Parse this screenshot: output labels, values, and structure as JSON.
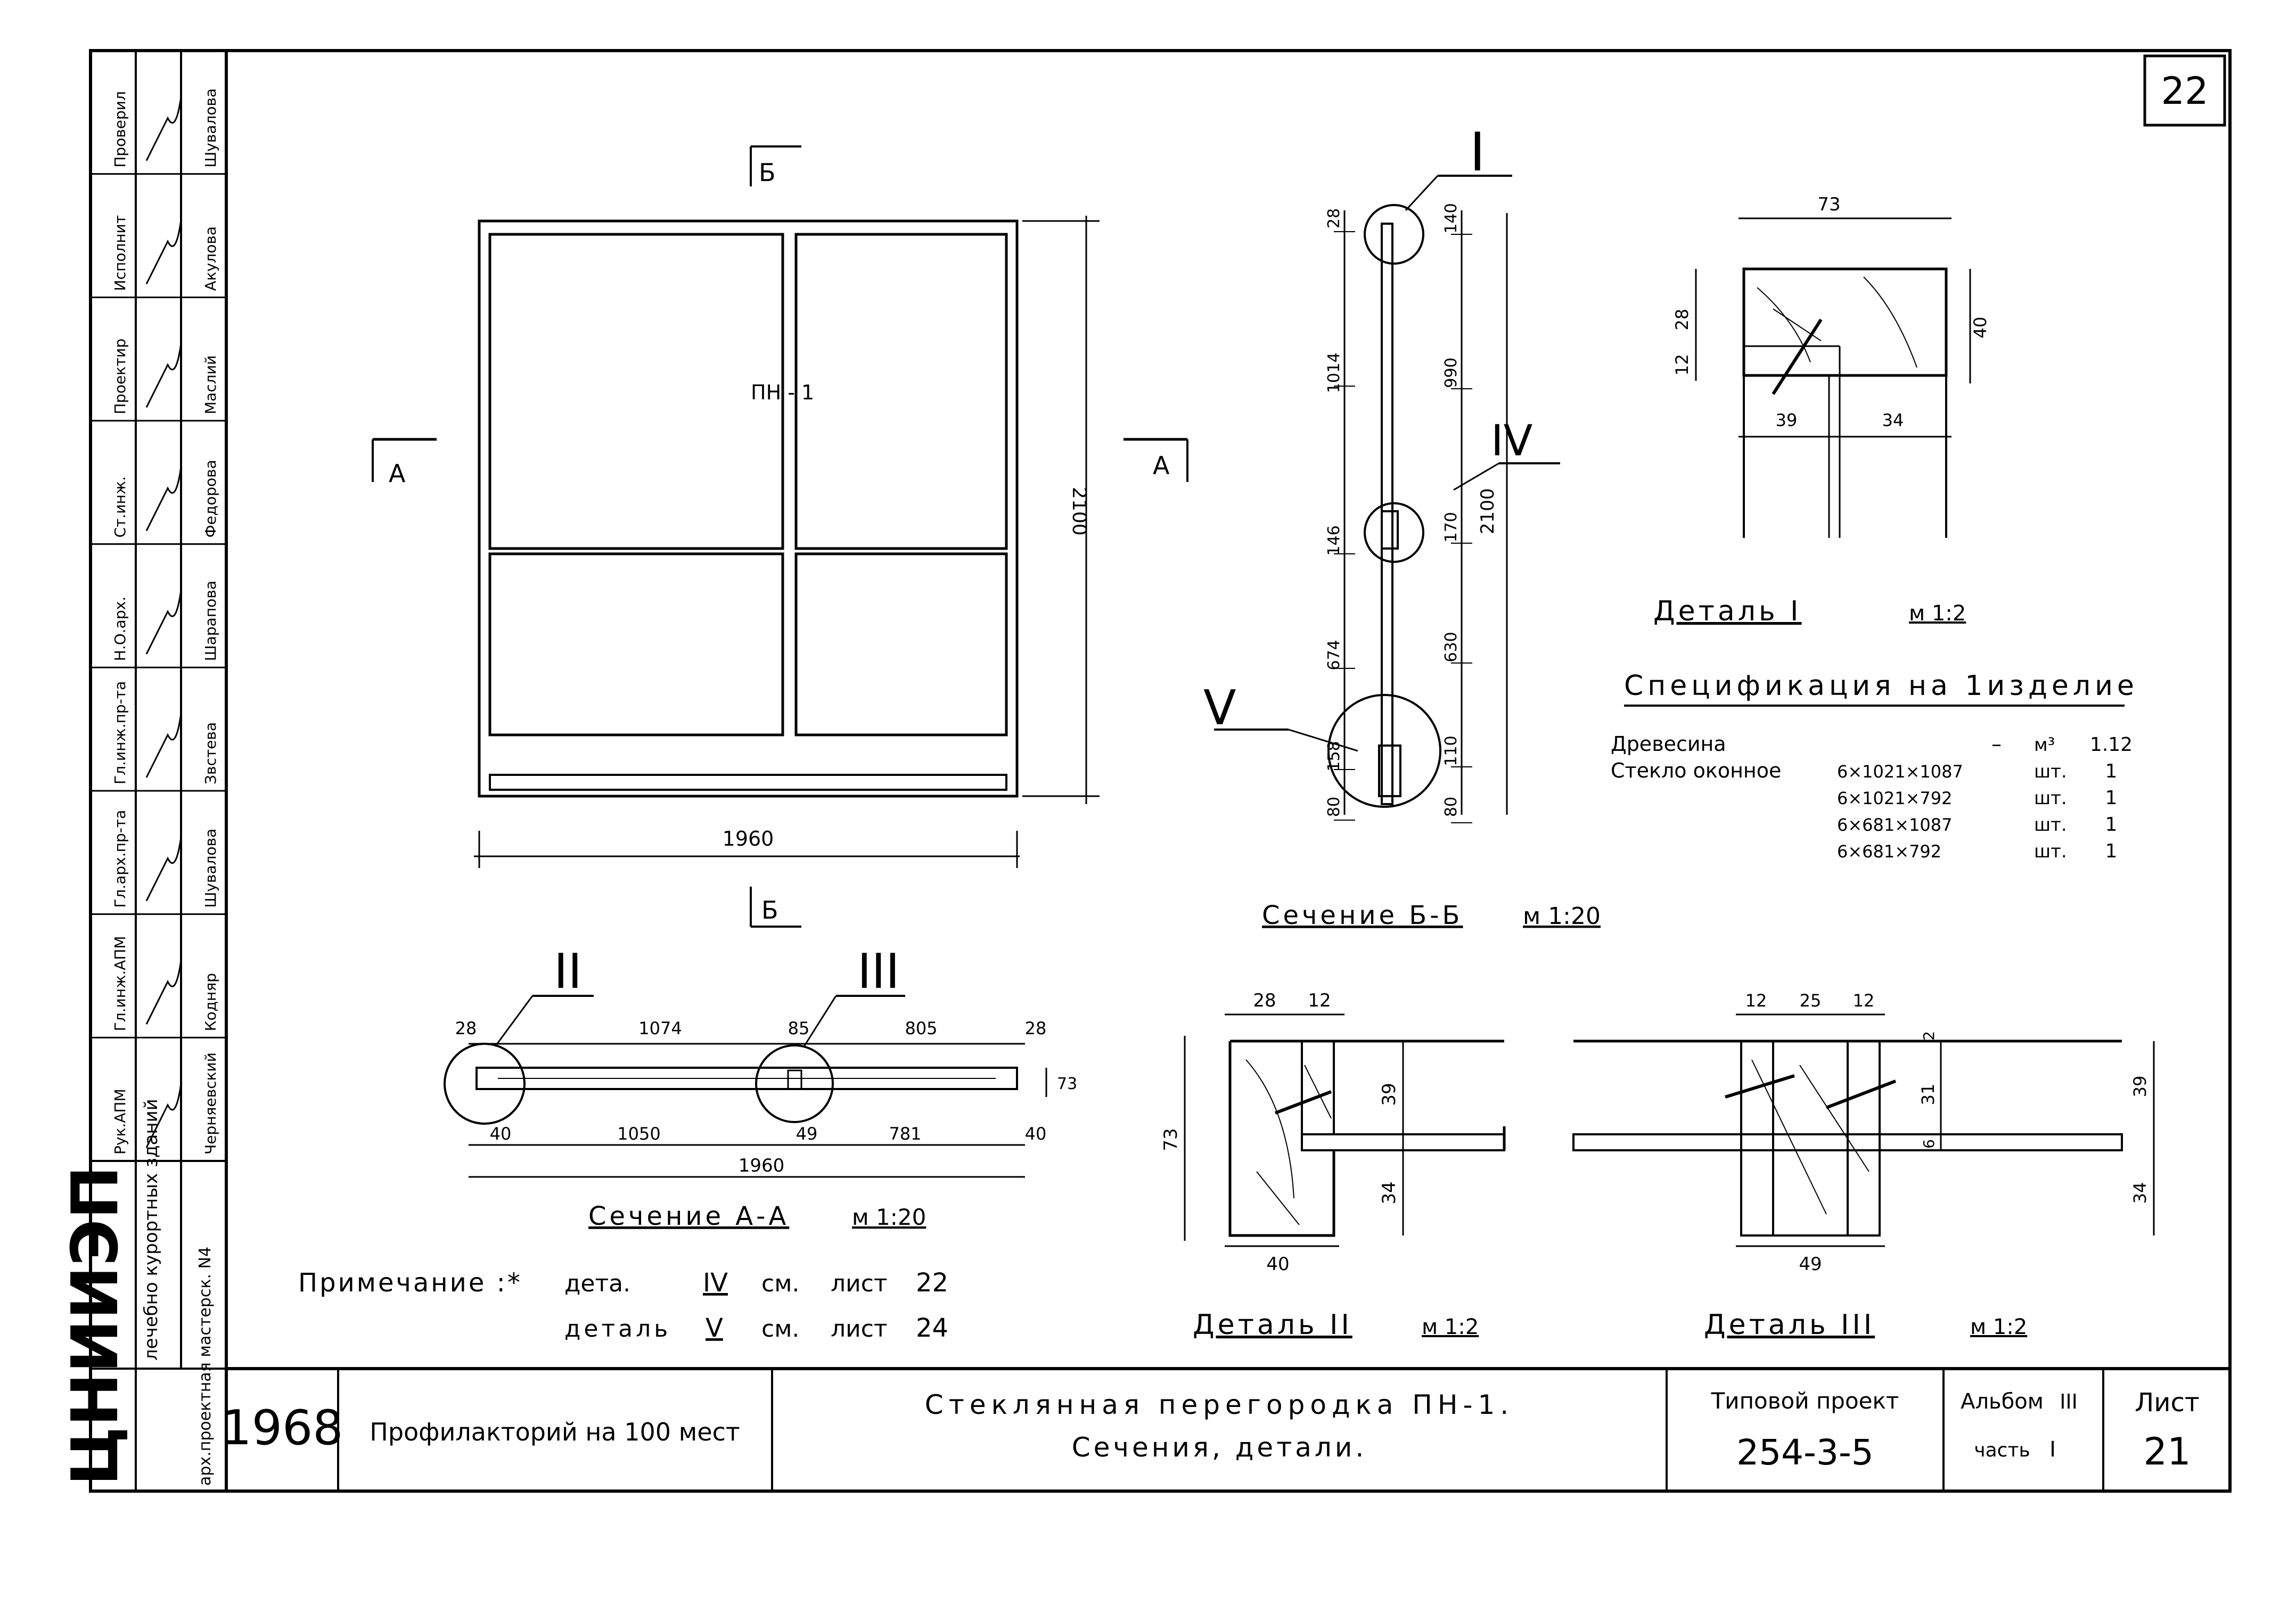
{
  "sheet": {
    "top_number": "22",
    "year": "1968",
    "project_name": "Профилакторий на 100 мест",
    "title_line1": "Стеклянная перегородка ПН-1.",
    "title_line2": "Сечения, детали.",
    "typical_project_label": "Типовой проект",
    "typical_project_number": "254-3-5",
    "album_label": "Альбом",
    "album_number": "III",
    "part_label": "часть",
    "part_number": "I",
    "sheet_label": "Лист",
    "sheet_number": "21"
  },
  "side_stamp": {
    "organization_logo": "ЦНИИЭП",
    "organization_text": "лечебно курортных зданий",
    "workshop": "арх.проектная мастерск. N4",
    "roles": [
      "Проверил",
      "Исполнит",
      "Проектир",
      "Ст.инж.",
      "Н.О.арх.",
      "Гл.инж.пр-та",
      "Гл.арх.пр-та",
      "Гл.инж.АПМ",
      "Рук.АПМ"
    ],
    "names": [
      "Шувалова",
      "Акулова",
      "Маслий",
      "Федорова",
      "Шарапова",
      "Звстева",
      "Шувалова",
      "Кодняр",
      "Черняевский"
    ]
  },
  "elevation": {
    "panel_mark": "ПН - 1",
    "width_dim": "1960",
    "height_dim": "2100",
    "section_a_left": "А",
    "section_a_right": "А",
    "section_b_top": "Б",
    "section_b_bottom": "Б"
  },
  "section_bb": {
    "title": "Сечение Б-Б",
    "scale": "м 1:20",
    "callout_I": "I",
    "callout_IV": "IV",
    "callout_V": "V",
    "dims_left": [
      "28",
      "1014",
      "146",
      "674",
      "158",
      "80"
    ],
    "dims_right": [
      "140",
      "990",
      "170",
      "630",
      "110",
      "80"
    ],
    "total": "2100"
  },
  "section_aa": {
    "title": "Сечение А-А",
    "scale": "м 1:20",
    "callout_II": "II",
    "callout_III": "III",
    "top_dims": [
      "28",
      "1074",
      "85",
      "805",
      "28"
    ],
    "bottom_dims": [
      "40",
      "1050",
      "49",
      "781",
      "40"
    ],
    "total": "1960",
    "thickness": "73"
  },
  "detail_I": {
    "title": "Деталь I",
    "scale": "м 1:2",
    "dims": [
      "73",
      "28",
      "12",
      "40",
      "39",
      "34"
    ]
  },
  "detail_II": {
    "title": "Деталь II",
    "scale": "м 1:2",
    "dims": [
      "28",
      "12",
      "39",
      "73",
      "34",
      "40"
    ]
  },
  "detail_III": {
    "title": "Деталь III",
    "scale": "м 1:2",
    "dims": [
      "12",
      "25",
      "12",
      "2",
      "31",
      "6",
      "39",
      "34",
      "49"
    ]
  },
  "specification": {
    "title": "Спецификация на 1изделие",
    "rows": [
      {
        "name": "Древесина",
        "size": "",
        "unit": "м³",
        "qty": "1.12",
        "dash": "–"
      },
      {
        "name": "Стекло оконное",
        "size": "6×1021×1087",
        "unit": "шт.",
        "qty": "1",
        "dash": ""
      },
      {
        "name": "",
        "size": "6×1021×792",
        "unit": "шт.",
        "qty": "1",
        "dash": ""
      },
      {
        "name": "",
        "size": "6×681×1087",
        "unit": "шт.",
        "qty": "1",
        "dash": ""
      },
      {
        "name": "",
        "size": "6×681×792",
        "unit": "шт.",
        "qty": "1",
        "dash": ""
      }
    ]
  },
  "notes": {
    "label": "Примечание :*",
    "line1_a": "дета.",
    "line1_mark": "IV",
    "line1_b": "см.",
    "line1_c": "лист",
    "line1_num": "22",
    "line2_a": "деталь",
    "line2_mark": "V",
    "line2_b": "см.",
    "line2_c": "лист",
    "line2_num": "24"
  }
}
